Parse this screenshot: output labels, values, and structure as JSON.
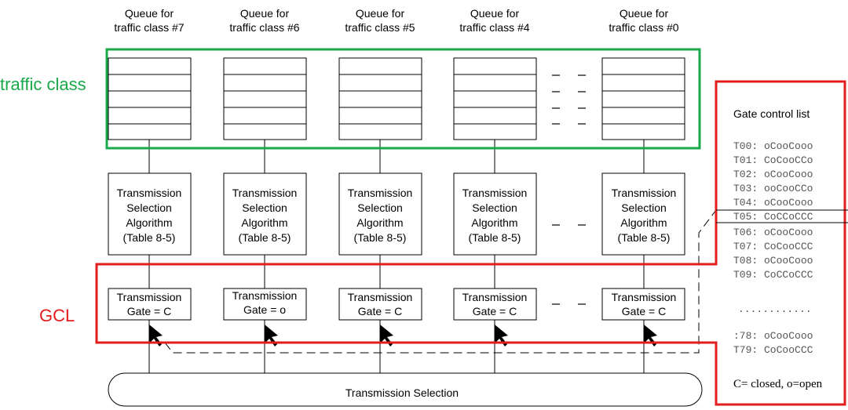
{
  "queues": [
    {
      "line1": "Queue for",
      "line2": "traffic class #7"
    },
    {
      "line1": "Queue for",
      "line2": "traffic class #6"
    },
    {
      "line1": "Queue for",
      "line2": "traffic class #5"
    },
    {
      "line1": "Queue for",
      "line2": "traffic class #4"
    },
    {
      "line1": "Queue for",
      "line2": "traffic class #0"
    }
  ],
  "tsa_text": [
    "Transmission",
    "Selection",
    "Algorithm",
    "(Table 8-5)"
  ],
  "gates": [
    {
      "line1": "Transmission",
      "line2": "Gate = C"
    },
    {
      "line1": "Transmission",
      "line2": "Gate = o"
    },
    {
      "line1": "Transmission",
      "line2": "Gate = C"
    },
    {
      "line1": "Transmission",
      "line2": "Gate = C"
    },
    {
      "line1": "Transmission",
      "line2": "Gate = C"
    }
  ],
  "annotations": {
    "traffic_class": "traffic class",
    "gcl": "GCL"
  },
  "gcl_panel": {
    "title": "Gate control list",
    "entries": [
      "T00: oCooCooo",
      "T01: CoCooCCo",
      "T02: oCooCooo",
      "T03: ooCooCCo",
      "T04: oCooCooo",
      "T05: CoCCoCCC",
      "T06: oCooCooo",
      "T07: CoCooCCC",
      "T08: oCooCooo",
      "T09: CoCCoCCC"
    ],
    "ellipsis": "............",
    "tail_entries": [
      ":78: oCooCooo",
      "T79: CoCooCCC"
    ],
    "legend": "C= closed, o=open"
  },
  "transmission_selection": "Transmission Selection",
  "colors": {
    "green": "#1aa84b",
    "red": "#e11d1d",
    "line": "#000000"
  }
}
